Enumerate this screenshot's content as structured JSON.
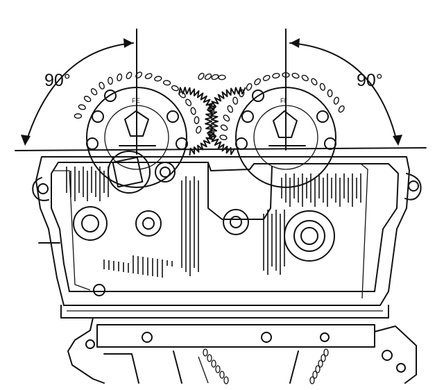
{
  "diagram": {
    "left_angle_label": "90°",
    "right_angle_label": "90°",
    "left_sprocket_mark": "FE",
    "right_sprocket_mark": "FI"
  },
  "colors": {
    "ink": "#111111",
    "paper": "#ffffff"
  }
}
